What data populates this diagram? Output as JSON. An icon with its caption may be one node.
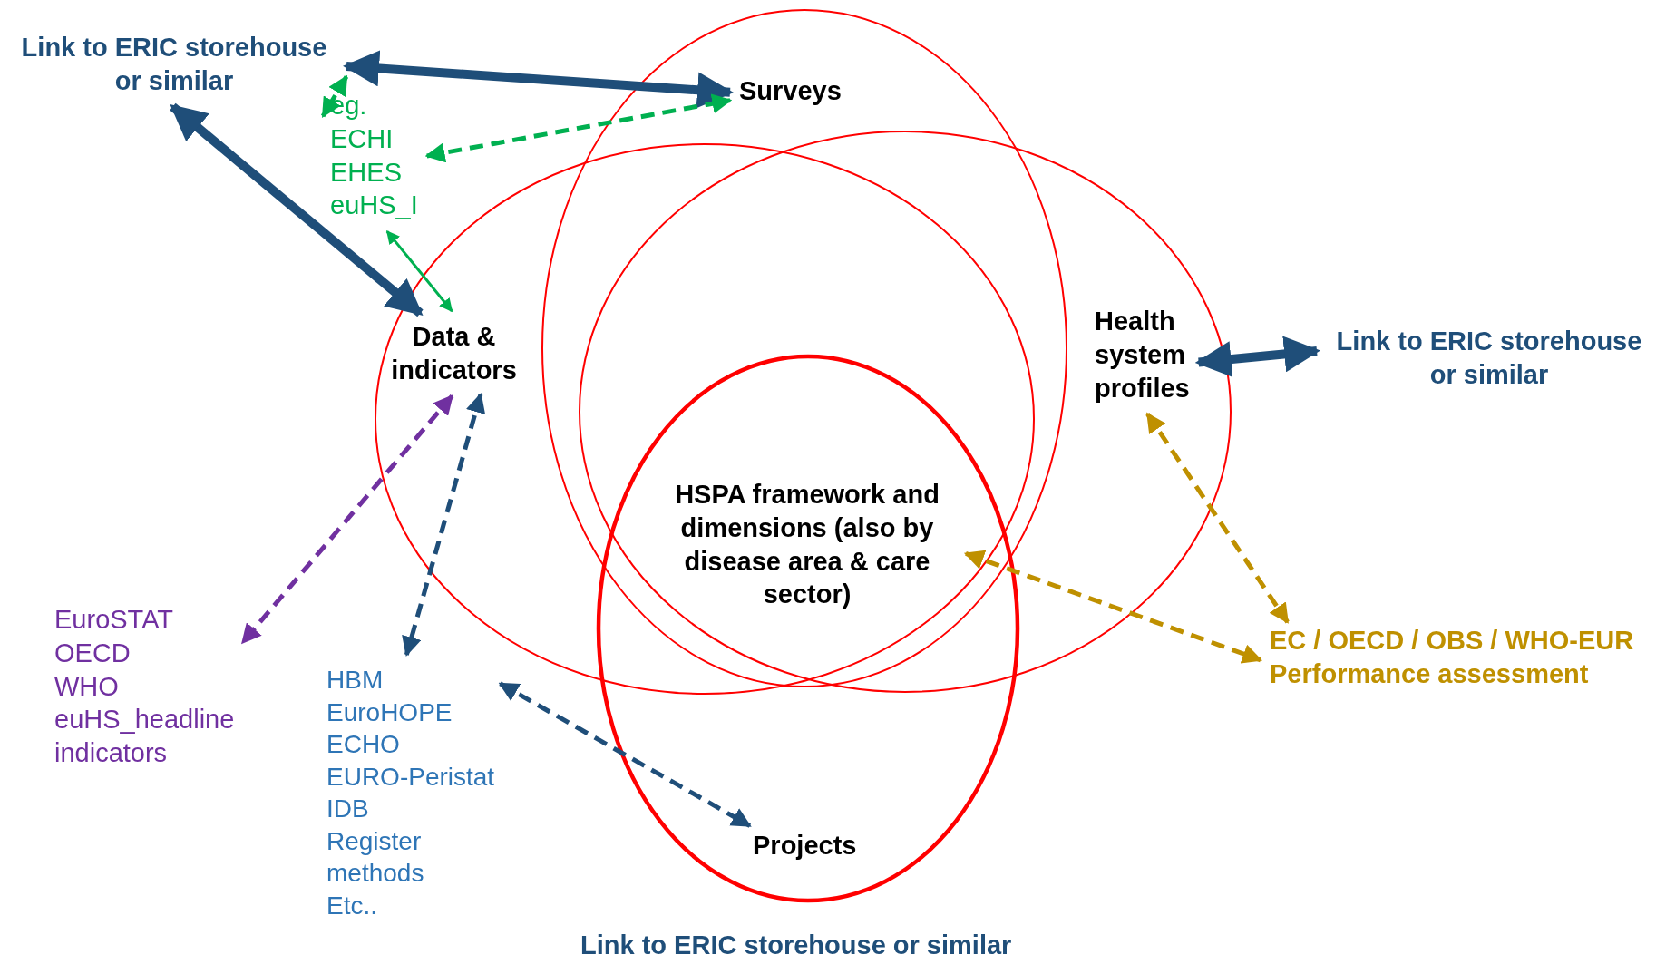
{
  "diagram": {
    "nodes": [
      {
        "text": [
          "Link to ERIC storehouse or similar"
        ]
      },
      {
        "text": [
          "eg. ECHI EHES euHS_I"
        ]
      },
      {
        "text": [
          "Surveys"
        ]
      },
      {
        "text": [
          "Data & indicators"
        ]
      },
      {
        "text": [
          "Health system profiles"
        ]
      },
      {
        "text": [
          "Link to ERIC storehouse or similar"
        ]
      },
      {
        "text": [
          "HSPA framework and dimensions (also by disease area & care sector)"
        ]
      },
      {
        "text": [
          "EuroSTAT OECD WHO euHS_headline indicators"
        ]
      },
      {
        "text": [
          "HBM EuroHOPE ECHO EURO-Peristat IDB Register methods Etc.."
        ]
      },
      {
        "text": [
          "EC / OECD / OBS / WHO-EUR Performance assessment"
        ]
      },
      {
        "text": [
          "Projects"
        ]
      }
    ],
    "edges": [
      {
        "from": 0,
        "to": 2,
        "arrow": "both",
        "style": "thick"
      },
      {
        "from": 0,
        "to": 1,
        "arrow": "both",
        "style": "dashed",
        "color": "#00b050"
      },
      {
        "from": 1,
        "to": 2,
        "arrow": "both",
        "style": "dashed",
        "color": "#00b050"
      },
      {
        "from": 0,
        "to": 3,
        "arrow": "both",
        "style": "thick"
      },
      {
        "from": 1,
        "to": 3,
        "arrow": "both",
        "color": "#00b050"
      },
      {
        "from": 3,
        "to": 7,
        "arrow": "both",
        "style": "dashed",
        "color": "#7030a0"
      },
      {
        "from": 3,
        "to": 8,
        "arrow": "both",
        "style": "dashed"
      },
      {
        "from": 8,
        "to": 10,
        "arrow": "both",
        "style": "dashed"
      },
      {
        "from": 4,
        "to": 5,
        "arrow": "both",
        "style": "thick"
      },
      {
        "from": 4,
        "to": 9,
        "arrow": "both",
        "style": "dashed",
        "color": "#bf9000"
      },
      {
        "from": 6,
        "to": 9,
        "arrow": "both",
        "style": "dashed",
        "color": "#bf9000"
      }
    ],
    "labels": [
      "Link to ERIC storehouse or similar"
    ]
  }
}
